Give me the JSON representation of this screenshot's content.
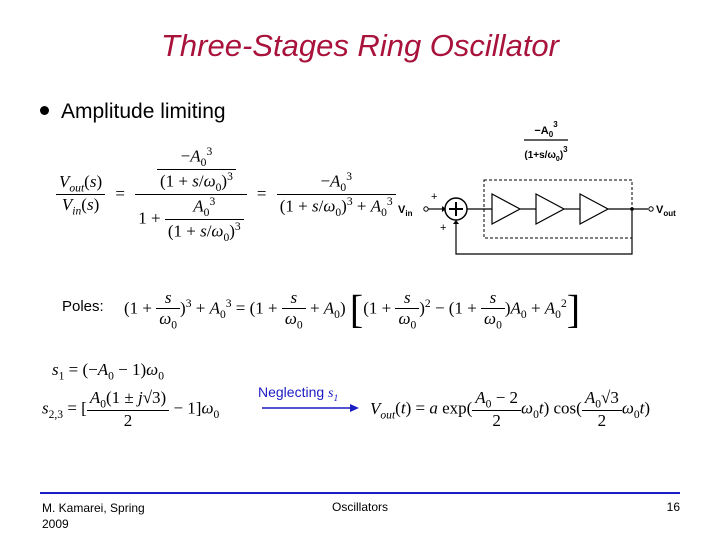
{
  "slide": {
    "title": "Three-Stages Ring Oscillator",
    "bullet": "Amplitude limiting",
    "poles_label": "Poles:",
    "neglect_label": "Neglecting",
    "neglect_sym": "s",
    "neglect_sub": "1"
  },
  "diagram": {
    "gain_num": "−A",
    "gain_num_sub": "0",
    "gain_num_sup": "3",
    "gain_den_open": "(1+",
    "gain_s": "s",
    "gain_w0": "ω",
    "gain_w0_sub": "0",
    "gain_den_close": ")",
    "gain_den_sup": "3",
    "plus_top": "+",
    "plus_bottom": "+",
    "vin": "V",
    "vin_sub": "in",
    "vout": "V",
    "vout_sub": "out"
  },
  "footer": {
    "author": "M. Kamarei, Spring",
    "year": "2009",
    "center": "Oscillators",
    "page": "16"
  },
  "colors": {
    "title": "#a8123b",
    "accent": "#1c1cc4",
    "text": "#000000"
  }
}
